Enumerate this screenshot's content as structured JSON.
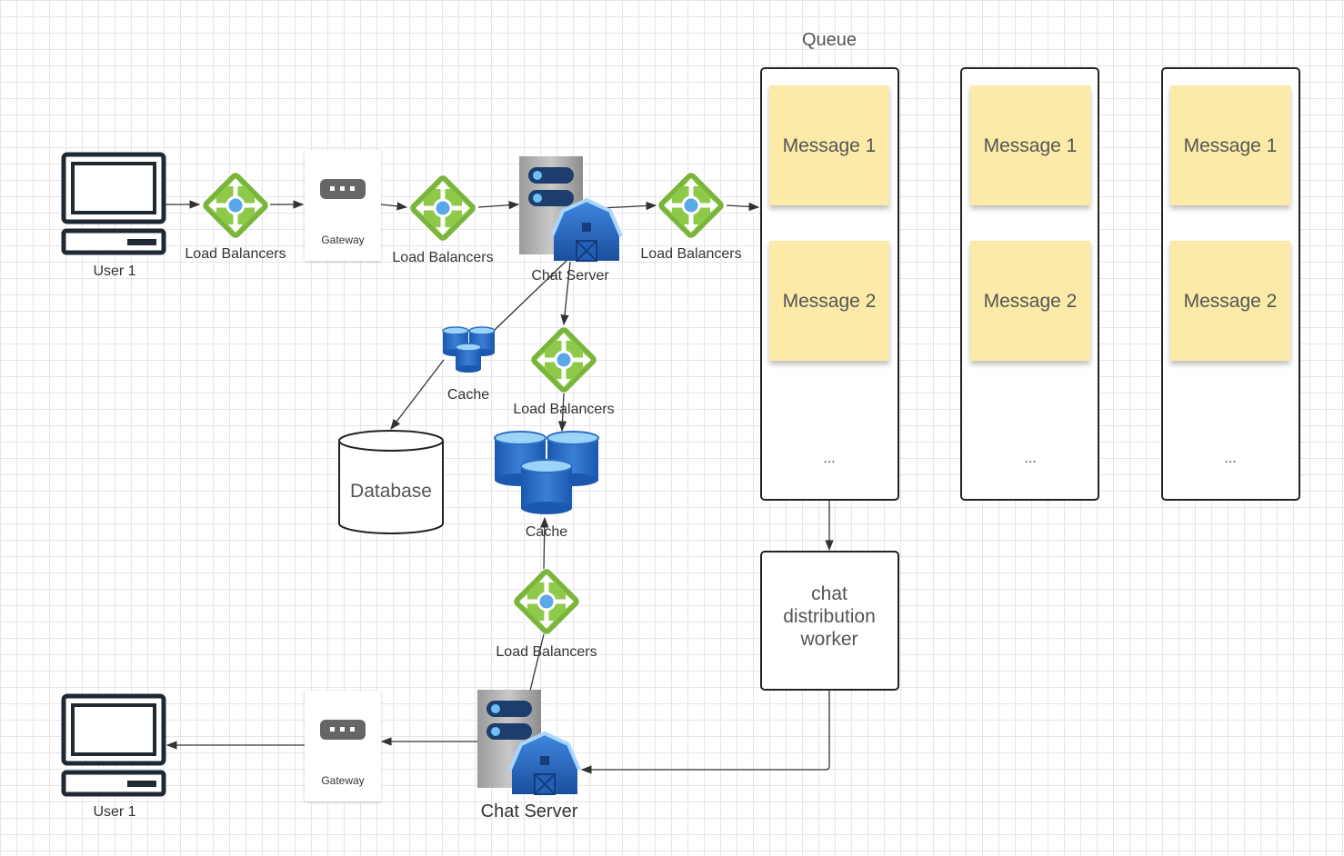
{
  "user_top": {
    "label": "User 1"
  },
  "user_bottom": {
    "label": "User 1"
  },
  "lb1": {
    "label": "Load Balancers"
  },
  "lb2": {
    "label": "Load Balancers"
  },
  "lb3": {
    "label": "Load Balancers"
  },
  "lb4": {
    "label": "Load Balancers"
  },
  "lb5": {
    "label": "Load Balancers"
  },
  "gateway_top": {
    "label": "Gateway"
  },
  "gateway_bottom": {
    "label": "Gateway"
  },
  "chat_server_top": {
    "label": "Chat Server"
  },
  "chat_server_bottom": {
    "label": "Chat Server"
  },
  "cache_small": {
    "label": "Cache"
  },
  "cache_large": {
    "label": "Cache"
  },
  "database": {
    "label": "Database"
  },
  "queue": {
    "title": "Queue",
    "columns": [
      {
        "messages": [
          "Message 1",
          "Message 2"
        ],
        "ellipsis": "..."
      },
      {
        "messages": [
          "Message 1",
          "Message 2"
        ],
        "ellipsis": "..."
      },
      {
        "messages": [
          "Message 1",
          "Message 2"
        ],
        "ellipsis": "..."
      }
    ]
  },
  "worker": {
    "lines": [
      "chat",
      "distribution",
      "worker"
    ]
  },
  "colors": {
    "note": "#fbeaa8",
    "lb_green": "#7ab43b",
    "server_blue": "#1e5fb4",
    "cache_blue": "#2f6fc4"
  }
}
